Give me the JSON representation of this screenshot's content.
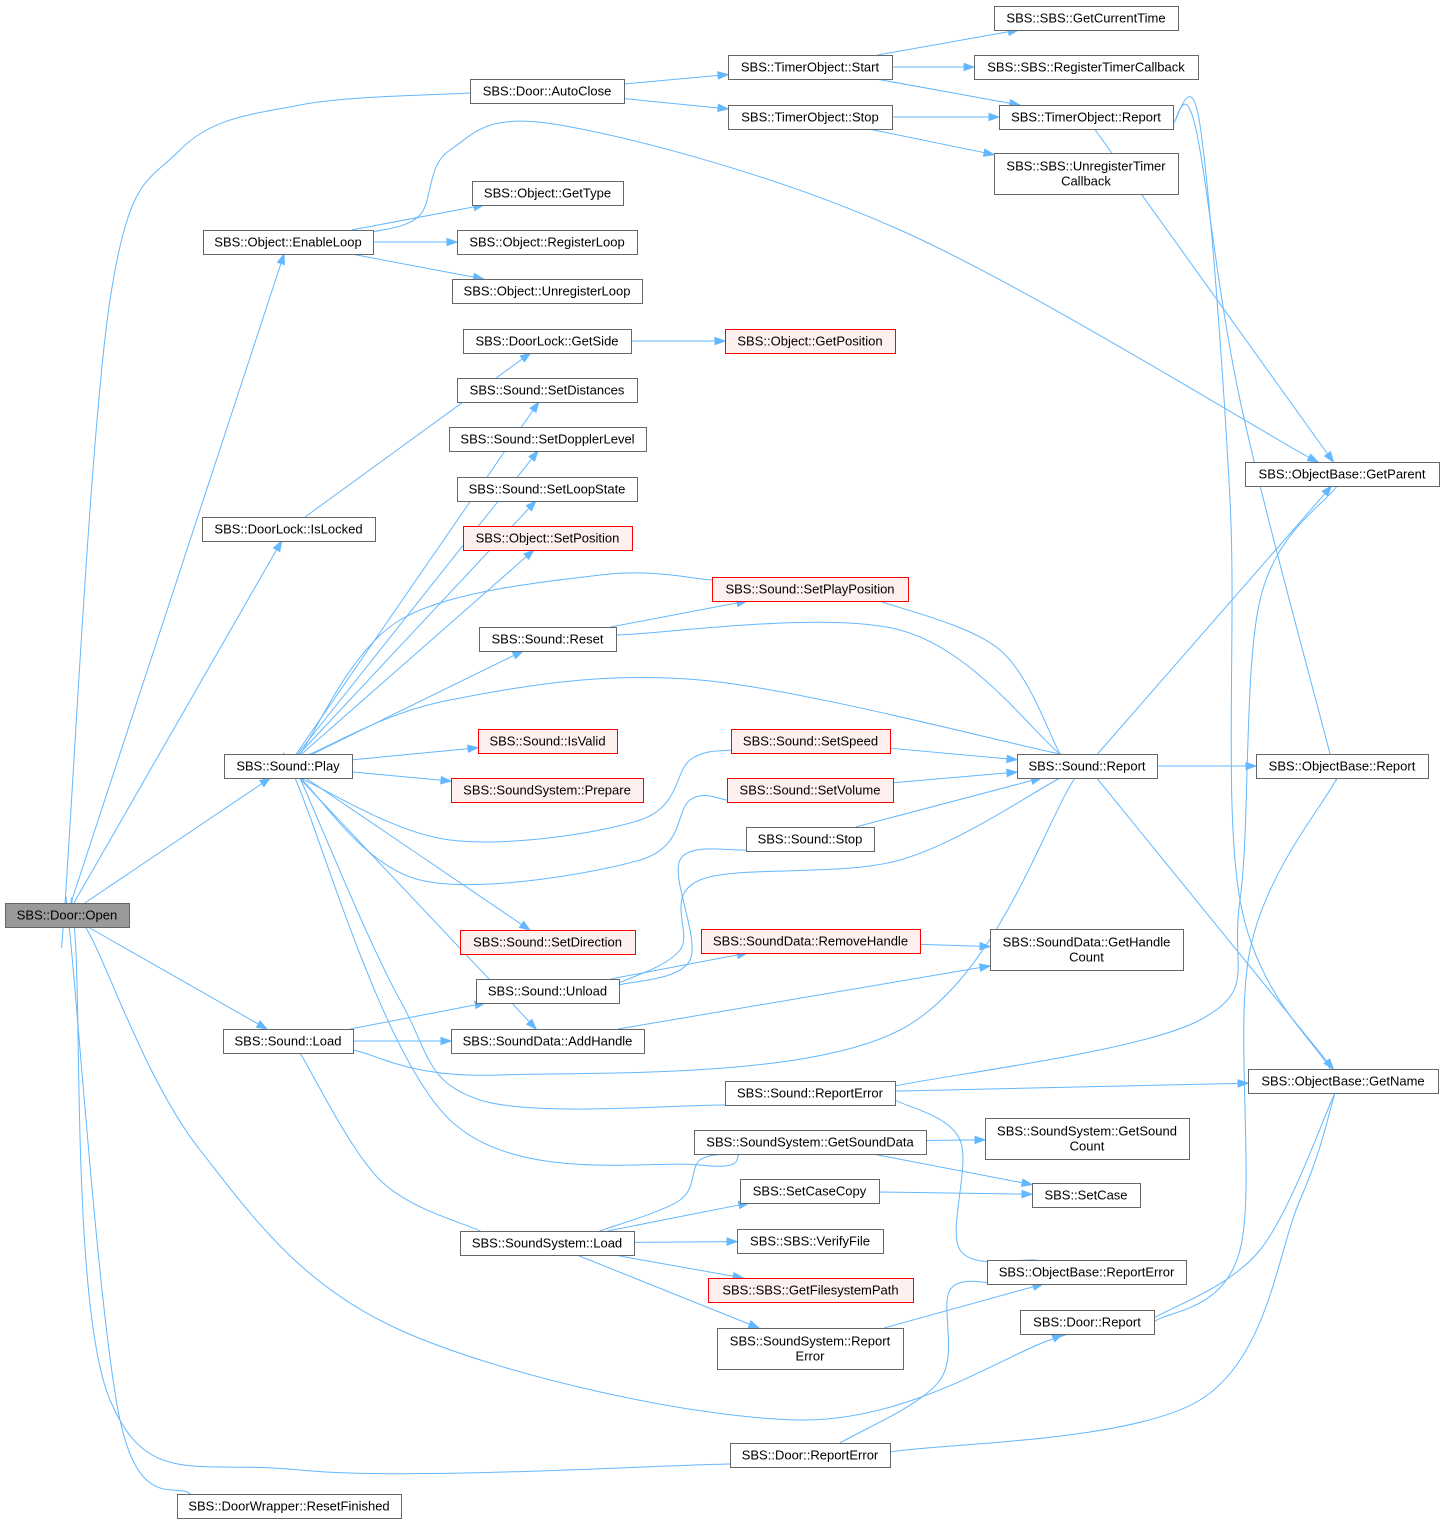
{
  "nodes": [
    {
      "id": "door_open",
      "lines": [
        "SBS::Door::Open"
      ],
      "style": "root"
    },
    {
      "id": "door_autoclose",
      "lines": [
        "SBS::Door::AutoClose"
      ],
      "style": "normal"
    },
    {
      "id": "timer_start",
      "lines": [
        "SBS::TimerObject::Start"
      ],
      "style": "normal"
    },
    {
      "id": "timer_stop",
      "lines": [
        "SBS::TimerObject::Stop"
      ],
      "style": "normal"
    },
    {
      "id": "sbs_getcurrenttime",
      "lines": [
        "SBS::SBS::GetCurrentTime"
      ],
      "style": "normal"
    },
    {
      "id": "sbs_registertimercallback",
      "lines": [
        "SBS::SBS::RegisterTimerCallback"
      ],
      "style": "normal"
    },
    {
      "id": "timer_report",
      "lines": [
        "SBS::TimerObject::Report"
      ],
      "style": "normal"
    },
    {
      "id": "sbs_unregistertimercallback",
      "lines": [
        "SBS::SBS::UnregisterTimer",
        "Callback"
      ],
      "style": "normal"
    },
    {
      "id": "object_enableloop",
      "lines": [
        "SBS::Object::EnableLoop"
      ],
      "style": "normal"
    },
    {
      "id": "object_gettype",
      "lines": [
        "SBS::Object::GetType"
      ],
      "style": "normal"
    },
    {
      "id": "object_registerloop",
      "lines": [
        "SBS::Object::RegisterLoop"
      ],
      "style": "normal"
    },
    {
      "id": "object_unregisterloop",
      "lines": [
        "SBS::Object::UnregisterLoop"
      ],
      "style": "normal"
    },
    {
      "id": "doorlock_getside",
      "lines": [
        "SBS::DoorLock::GetSide"
      ],
      "style": "normal"
    },
    {
      "id": "object_getposition",
      "lines": [
        "SBS::Object::GetPosition"
      ],
      "style": "trunc"
    },
    {
      "id": "sound_setdistances",
      "lines": [
        "SBS::Sound::SetDistances"
      ],
      "style": "normal"
    },
    {
      "id": "sound_setdopplerlevel",
      "lines": [
        "SBS::Sound::SetDopplerLevel"
      ],
      "style": "normal"
    },
    {
      "id": "sound_setloopstate",
      "lines": [
        "SBS::Sound::SetLoopState"
      ],
      "style": "normal"
    },
    {
      "id": "object_setposition",
      "lines": [
        "SBS::Object::SetPosition"
      ],
      "style": "trunc"
    },
    {
      "id": "sound_setplayposition",
      "lines": [
        "SBS::Sound::SetPlayPosition"
      ],
      "style": "trunc"
    },
    {
      "id": "sound_reset",
      "lines": [
        "SBS::Sound::Reset"
      ],
      "style": "normal"
    },
    {
      "id": "doorlock_islocked",
      "lines": [
        "SBS::DoorLock::IsLocked"
      ],
      "style": "normal"
    },
    {
      "id": "objectbase_getparent",
      "lines": [
        "SBS::ObjectBase::GetParent"
      ],
      "style": "normal"
    },
    {
      "id": "sound_play",
      "lines": [
        "SBS::Sound::Play"
      ],
      "style": "normal"
    },
    {
      "id": "sound_isvalid",
      "lines": [
        "SBS::Sound::IsValid"
      ],
      "style": "trunc"
    },
    {
      "id": "soundsystem_prepare",
      "lines": [
        "SBS::SoundSystem::Prepare"
      ],
      "style": "trunc"
    },
    {
      "id": "sound_setspeed",
      "lines": [
        "SBS::Sound::SetSpeed"
      ],
      "style": "trunc"
    },
    {
      "id": "sound_setvolume",
      "lines": [
        "SBS::Sound::SetVolume"
      ],
      "style": "trunc"
    },
    {
      "id": "sound_report",
      "lines": [
        "SBS::Sound::Report"
      ],
      "style": "normal"
    },
    {
      "id": "objectbase_report",
      "lines": [
        "SBS::ObjectBase::Report"
      ],
      "style": "normal"
    },
    {
      "id": "sound_stop",
      "lines": [
        "SBS::Sound::Stop"
      ],
      "style": "normal"
    },
    {
      "id": "sound_setdirection",
      "lines": [
        "SBS::Sound::SetDirection"
      ],
      "style": "trunc"
    },
    {
      "id": "sounddata_removehandle",
      "lines": [
        "SBS::SoundData::RemoveHandle"
      ],
      "style": "trunc"
    },
    {
      "id": "sounddata_gethandlecount",
      "lines": [
        "SBS::SoundData::GetHandle",
        "Count"
      ],
      "style": "normal"
    },
    {
      "id": "sound_unload",
      "lines": [
        "SBS::Sound::Unload"
      ],
      "style": "normal"
    },
    {
      "id": "sound_load",
      "lines": [
        "SBS::Sound::Load"
      ],
      "style": "normal"
    },
    {
      "id": "sounddata_addhandle",
      "lines": [
        "SBS::SoundData::AddHandle"
      ],
      "style": "normal"
    },
    {
      "id": "objectbase_getname",
      "lines": [
        "SBS::ObjectBase::GetName"
      ],
      "style": "normal"
    },
    {
      "id": "sound_reporterror",
      "lines": [
        "SBS::Sound::ReportError"
      ],
      "style": "normal"
    },
    {
      "id": "soundsystem_getsounddata",
      "lines": [
        "SBS::SoundSystem::GetSoundData"
      ],
      "style": "normal"
    },
    {
      "id": "soundsystem_getsoundcount",
      "lines": [
        "SBS::SoundSystem::GetSound",
        "Count"
      ],
      "style": "normal"
    },
    {
      "id": "sbs_setcasecopy",
      "lines": [
        "SBS::SetCaseCopy"
      ],
      "style": "normal"
    },
    {
      "id": "sbs_setcase",
      "lines": [
        "SBS::SetCase"
      ],
      "style": "normal"
    },
    {
      "id": "soundsystem_load",
      "lines": [
        "SBS::SoundSystem::Load"
      ],
      "style": "normal"
    },
    {
      "id": "sbs_verifyfile",
      "lines": [
        "SBS::SBS::VerifyFile"
      ],
      "style": "normal"
    },
    {
      "id": "sbs_getfilesystempath",
      "lines": [
        "SBS::SBS::GetFilesystemPath"
      ],
      "style": "trunc"
    },
    {
      "id": "objectbase_reporterror",
      "lines": [
        "SBS::ObjectBase::ReportError"
      ],
      "style": "normal"
    },
    {
      "id": "door_report",
      "lines": [
        "SBS::Door::Report"
      ],
      "style": "normal"
    },
    {
      "id": "soundsystem_reporterror",
      "lines": [
        "SBS::SoundSystem::Report",
        "Error"
      ],
      "style": "normal"
    },
    {
      "id": "door_reporterror",
      "lines": [
        "SBS::Door::ReportError"
      ],
      "style": "normal"
    },
    {
      "id": "doorwrapper_resetfinished",
      "lines": [
        "SBS::DoorWrapper::ResetFinished"
      ],
      "style": "normal"
    }
  ],
  "edges": [
    [
      "door_open",
      "door_autoclose"
    ],
    [
      "door_open",
      "object_enableloop"
    ],
    [
      "door_open",
      "doorlock_islocked"
    ],
    [
      "door_open",
      "sound_play"
    ],
    [
      "door_open",
      "sound_load"
    ],
    [
      "door_open",
      "door_report"
    ],
    [
      "door_open",
      "door_reporterror"
    ],
    [
      "door_open",
      "doorwrapper_resetfinished"
    ],
    [
      "door_autoclose",
      "timer_start"
    ],
    [
      "door_autoclose",
      "timer_stop"
    ],
    [
      "timer_start",
      "sbs_getcurrenttime"
    ],
    [
      "timer_start",
      "sbs_registertimercallback"
    ],
    [
      "timer_start",
      "timer_report"
    ],
    [
      "timer_stop",
      "timer_report"
    ],
    [
      "timer_stop",
      "sbs_unregistertimercallback"
    ],
    [
      "timer_report",
      "objectbase_getparent"
    ],
    [
      "timer_report",
      "objectbase_report"
    ],
    [
      "timer_report",
      "objectbase_getname"
    ],
    [
      "object_enableloop",
      "object_gettype"
    ],
    [
      "object_enableloop",
      "object_registerloop"
    ],
    [
      "object_enableloop",
      "object_unregisterloop"
    ],
    [
      "object_enableloop",
      "objectbase_getparent"
    ],
    [
      "doorlock_islocked",
      "doorlock_getside"
    ],
    [
      "doorlock_getside",
      "object_getposition"
    ],
    [
      "sound_play",
      "sound_setdistances"
    ],
    [
      "sound_play",
      "sound_setdopplerlevel"
    ],
    [
      "sound_play",
      "sound_setloopstate"
    ],
    [
      "sound_play",
      "object_setposition"
    ],
    [
      "sound_play",
      "sound_setplayposition"
    ],
    [
      "sound_play",
      "sound_reset"
    ],
    [
      "sound_play",
      "sound_report"
    ],
    [
      "sound_play",
      "sound_isvalid"
    ],
    [
      "sound_play",
      "soundsystem_prepare"
    ],
    [
      "sound_play",
      "sound_setspeed"
    ],
    [
      "sound_play",
      "sound_setvolume"
    ],
    [
      "sound_play",
      "sound_setdirection"
    ],
    [
      "sound_play",
      "sounddata_addhandle"
    ],
    [
      "sound_play",
      "sound_reporterror"
    ],
    [
      "sound_play",
      "soundsystem_getsounddata"
    ],
    [
      "sound_reset",
      "sound_setplayposition"
    ],
    [
      "sound_reset",
      "sound_report"
    ],
    [
      "sound_setplayposition",
      "sound_report"
    ],
    [
      "sound_setspeed",
      "sound_report"
    ],
    [
      "sound_setvolume",
      "sound_report"
    ],
    [
      "sound_stop",
      "sound_report"
    ],
    [
      "sound_report",
      "objectbase_getparent"
    ],
    [
      "sound_report",
      "objectbase_report"
    ],
    [
      "sound_report",
      "objectbase_getname"
    ],
    [
      "sound_load",
      "sound_unload"
    ],
    [
      "sound_load",
      "sounddata_addhandle"
    ],
    [
      "sound_load",
      "sound_report"
    ],
    [
      "sound_load",
      "soundsystem_load"
    ],
    [
      "sound_unload",
      "sound_stop"
    ],
    [
      "sound_unload",
      "sound_report"
    ],
    [
      "sound_unload",
      "sounddata_removehandle"
    ],
    [
      "sounddata_removehandle",
      "sounddata_gethandlecount"
    ],
    [
      "sounddata_addhandle",
      "sounddata_gethandlecount"
    ],
    [
      "sound_reporterror",
      "objectbase_getparent"
    ],
    [
      "sound_reporterror",
      "objectbase_getname"
    ],
    [
      "sound_reporterror",
      "objectbase_reporterror"
    ],
    [
      "soundsystem_getsounddata",
      "soundsystem_getsoundcount"
    ],
    [
      "soundsystem_getsounddata",
      "sbs_setcase"
    ],
    [
      "sbs_setcasecopy",
      "sbs_setcase"
    ],
    [
      "soundsystem_load",
      "soundsystem_getsounddata"
    ],
    [
      "soundsystem_load",
      "sbs_setcasecopy"
    ],
    [
      "soundsystem_load",
      "sbs_verifyfile"
    ],
    [
      "soundsystem_load",
      "sbs_getfilesystempath"
    ],
    [
      "soundsystem_load",
      "soundsystem_reporterror"
    ],
    [
      "soundsystem_reporterror",
      "objectbase_reporterror"
    ],
    [
      "door_report",
      "objectbase_report"
    ],
    [
      "door_report",
      "objectbase_getname"
    ],
    [
      "door_reporterror",
      "objectbase_reporterror"
    ],
    [
      "door_reporterror",
      "objectbase_getname"
    ]
  ],
  "colors": {
    "edge": "#63b8ff",
    "node_border": "#666666",
    "root_fill": "#999999",
    "truncated_border": "#ff0000",
    "truncated_fill": "#fff0f0"
  }
}
